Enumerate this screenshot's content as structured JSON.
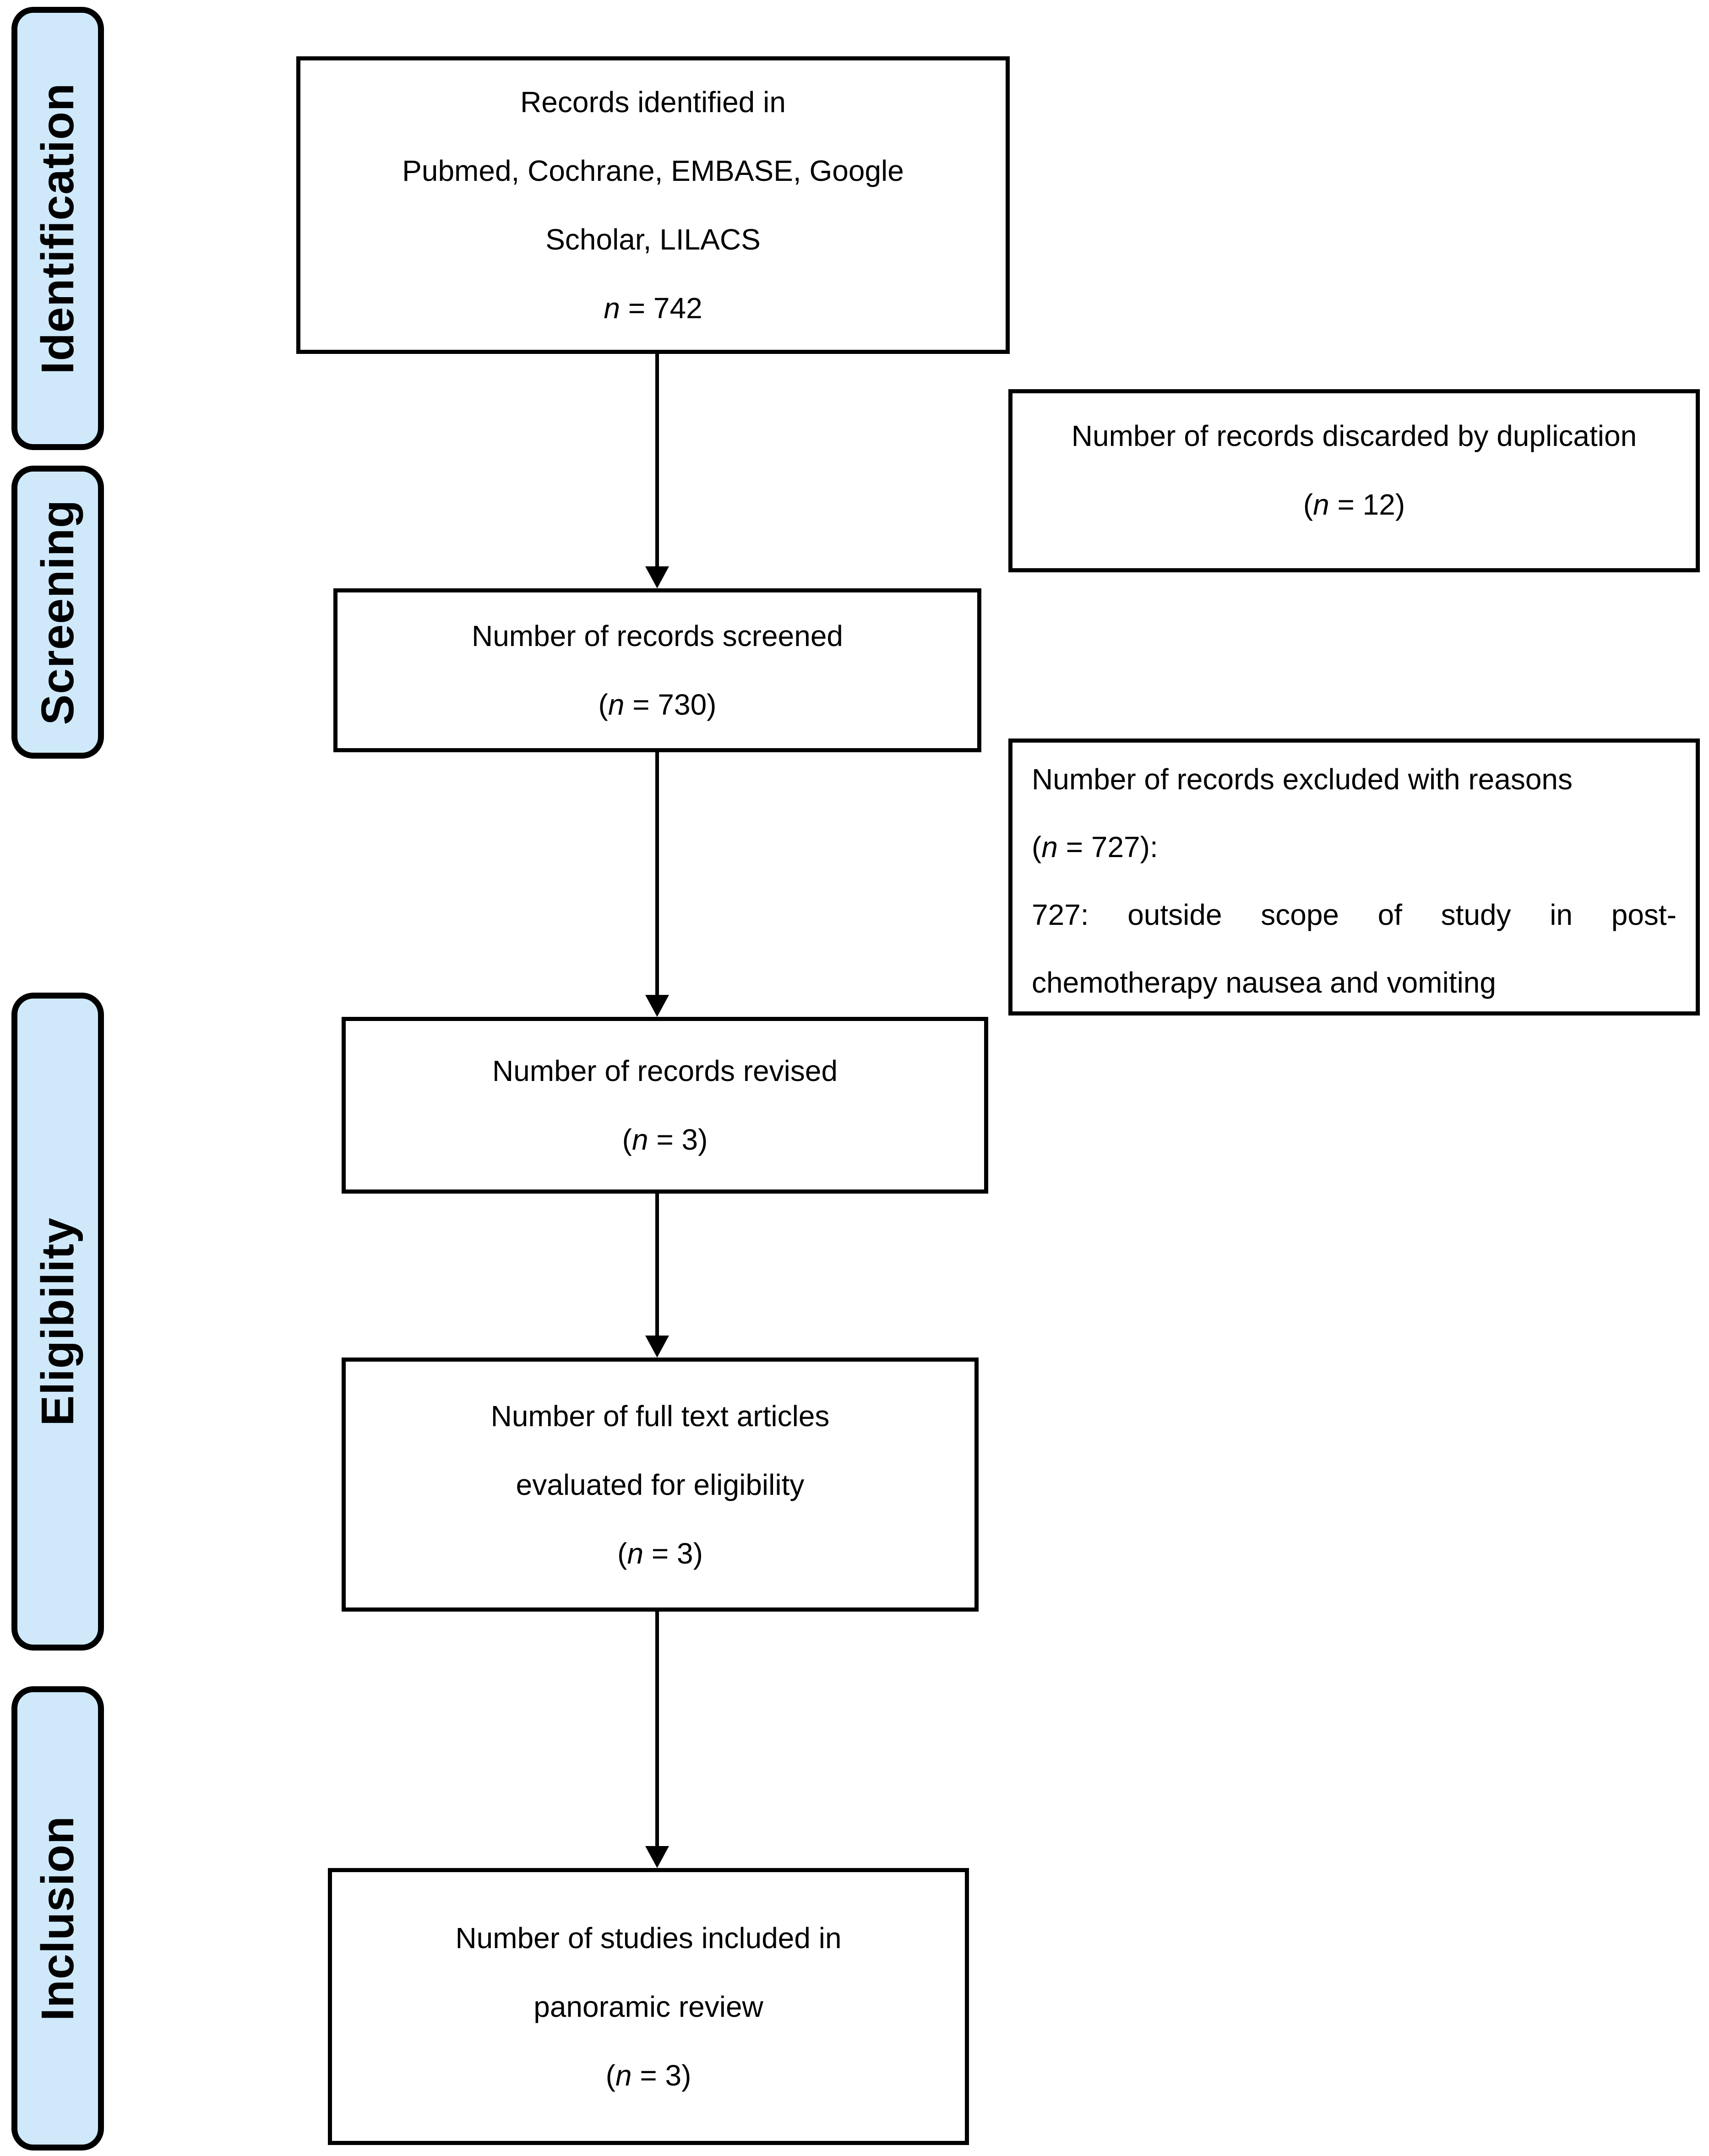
{
  "colors": {
    "stage_fill": "#cfe9fb",
    "line": "#000000",
    "background": "#ffffff"
  },
  "sidebar": {
    "stages": [
      {
        "label": "Identification"
      },
      {
        "label": "Screening"
      },
      {
        "label": "Eligibility"
      },
      {
        "label": "Inclusion"
      }
    ]
  },
  "flow": {
    "identified": {
      "lines": [
        "Records identified in",
        "Pubmed, Cochrane, EMBASE, Google",
        "Scholar, LILACS"
      ],
      "stat": {
        "prefix": "",
        "n": "n",
        "suffix": " = 742"
      }
    },
    "screened": {
      "lines": [
        "Number of records screened"
      ],
      "stat": {
        "prefix": "(",
        "n": "n",
        "suffix": " = 730)"
      }
    },
    "revised": {
      "lines": [
        "Number of records revised"
      ],
      "stat": {
        "prefix": "(",
        "n": "n",
        "suffix": " = 3)"
      }
    },
    "fulltext": {
      "lines": [
        "Number of full text articles",
        "evaluated for eligibility"
      ],
      "stat": {
        "prefix": "(",
        "n": "n",
        "suffix": " = 3)"
      }
    },
    "included": {
      "lines": [
        "Number of studies included in",
        "panoramic review"
      ],
      "stat": {
        "prefix": "(",
        "n": "n",
        "suffix": " = 3)"
      }
    }
  },
  "side": {
    "duplicates": {
      "lines": [
        "Number of records discarded by duplication"
      ],
      "stat": {
        "prefix": "(",
        "n": "n",
        "suffix": " = 12)"
      }
    },
    "excluded": {
      "line1": "Number of records excluded with reasons",
      "stat": {
        "prefix": "(",
        "n": "n",
        "suffix": " = 727):"
      },
      "reason_a": "727: outside scope of study in post-",
      "reason_b": "chemotherapy nausea and vomiting"
    }
  }
}
